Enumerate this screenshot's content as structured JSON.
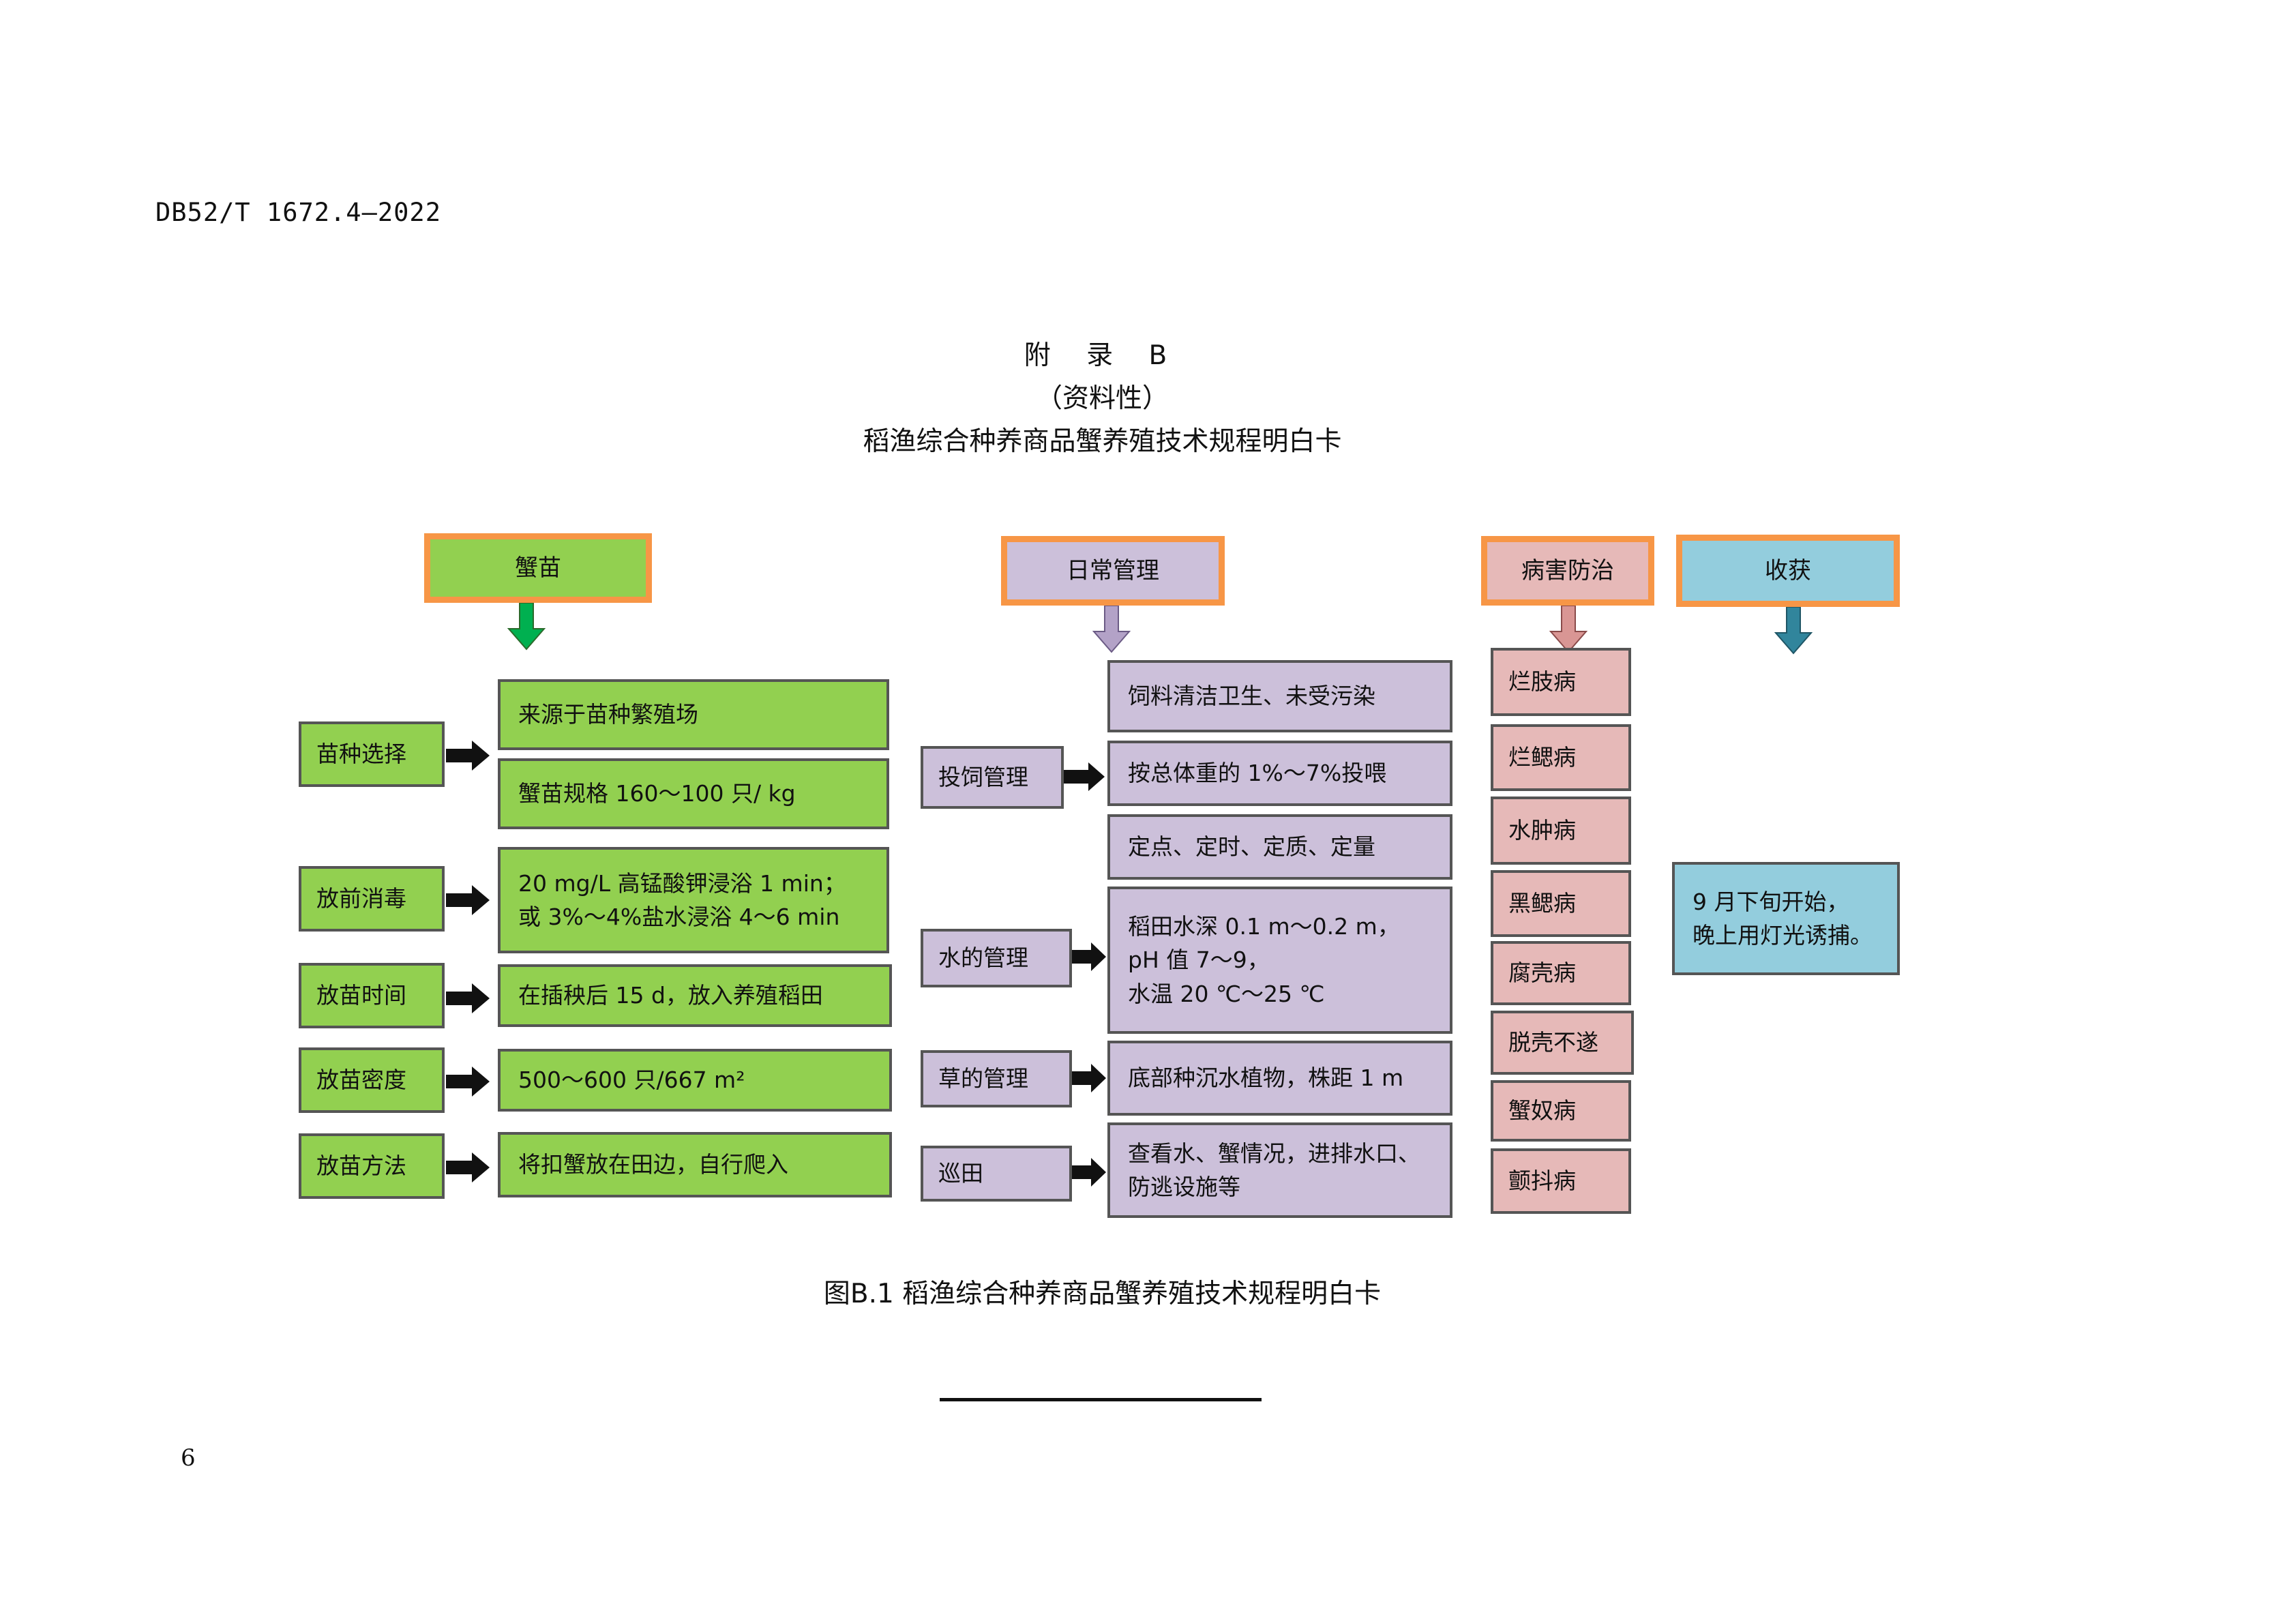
{
  "header": {
    "doc_code": "DB52/T 1672.4—2022"
  },
  "titles": {
    "appendix": "附 录 B",
    "nature": "（资料性）",
    "main_title": "稻渔综合种养商品蟹养殖技术规程明白卡"
  },
  "flowchart": {
    "headers": {
      "seedling": "蟹苗",
      "daily": "日常管理",
      "disease": "病害防治",
      "harvest": "收获"
    },
    "seedling_rows": [
      {
        "label": "苗种选择",
        "items": [
          "来源于苗种繁殖场",
          "蟹苗规格 160～100 只/ kg"
        ]
      },
      {
        "label": "放前消毒",
        "lines": [
          "20 mg/L 高锰酸钾浸浴 1 min；",
          "或 3%～4%盐水浸浴 4～6 min"
        ]
      },
      {
        "label": "放苗时间",
        "text": "在插秧后 15 d，放入养殖稻田"
      },
      {
        "label": "放苗密度",
        "text": "500～600 只/667 m²"
      },
      {
        "label": "放苗方法",
        "text": "将扣蟹放在田边，自行爬入"
      }
    ],
    "daily_rows": [
      {
        "label": "投饲管理",
        "items": [
          "饲料清洁卫生、未受污染",
          "按总体重的 1%～7%投喂",
          "定点、定时、定质、定量"
        ]
      },
      {
        "label": "水的管理",
        "lines": [
          "稻田水深 0.1 m～0.2 m，",
          "pH 值 7～9，",
          "水温 20 ℃～25 ℃"
        ]
      },
      {
        "label": "草的管理",
        "text": "底部种沉水植物，株距 1 m"
      },
      {
        "label": "巡田",
        "lines": [
          "查看水、蟹情况，进排水口、",
          "防逃设施等"
        ]
      }
    ],
    "diseases": [
      "烂肢病",
      "烂鳃病",
      "水肿病",
      "黑鳃病",
      "腐壳病",
      "脱壳不遂",
      "蟹奴病",
      "颤抖病"
    ],
    "harvest_lines": [
      "9 月下旬开始，",
      "晚上用灯光诱捕。"
    ]
  },
  "caption": "图B.1 稻渔综合种养商品蟹养殖技术规程明白卡",
  "footer": {
    "page_number": "6"
  },
  "colors": {
    "header_border": "#f79646",
    "seedling": "#92d050",
    "daily": "#ccc0da",
    "disease": "#e6b9b8",
    "harvest": "#93cddd",
    "arrow_green": "#00b050",
    "arrow_purple": "#b3a2c7",
    "arrow_pink": "#d99694",
    "arrow_blue": "#31859c"
  }
}
